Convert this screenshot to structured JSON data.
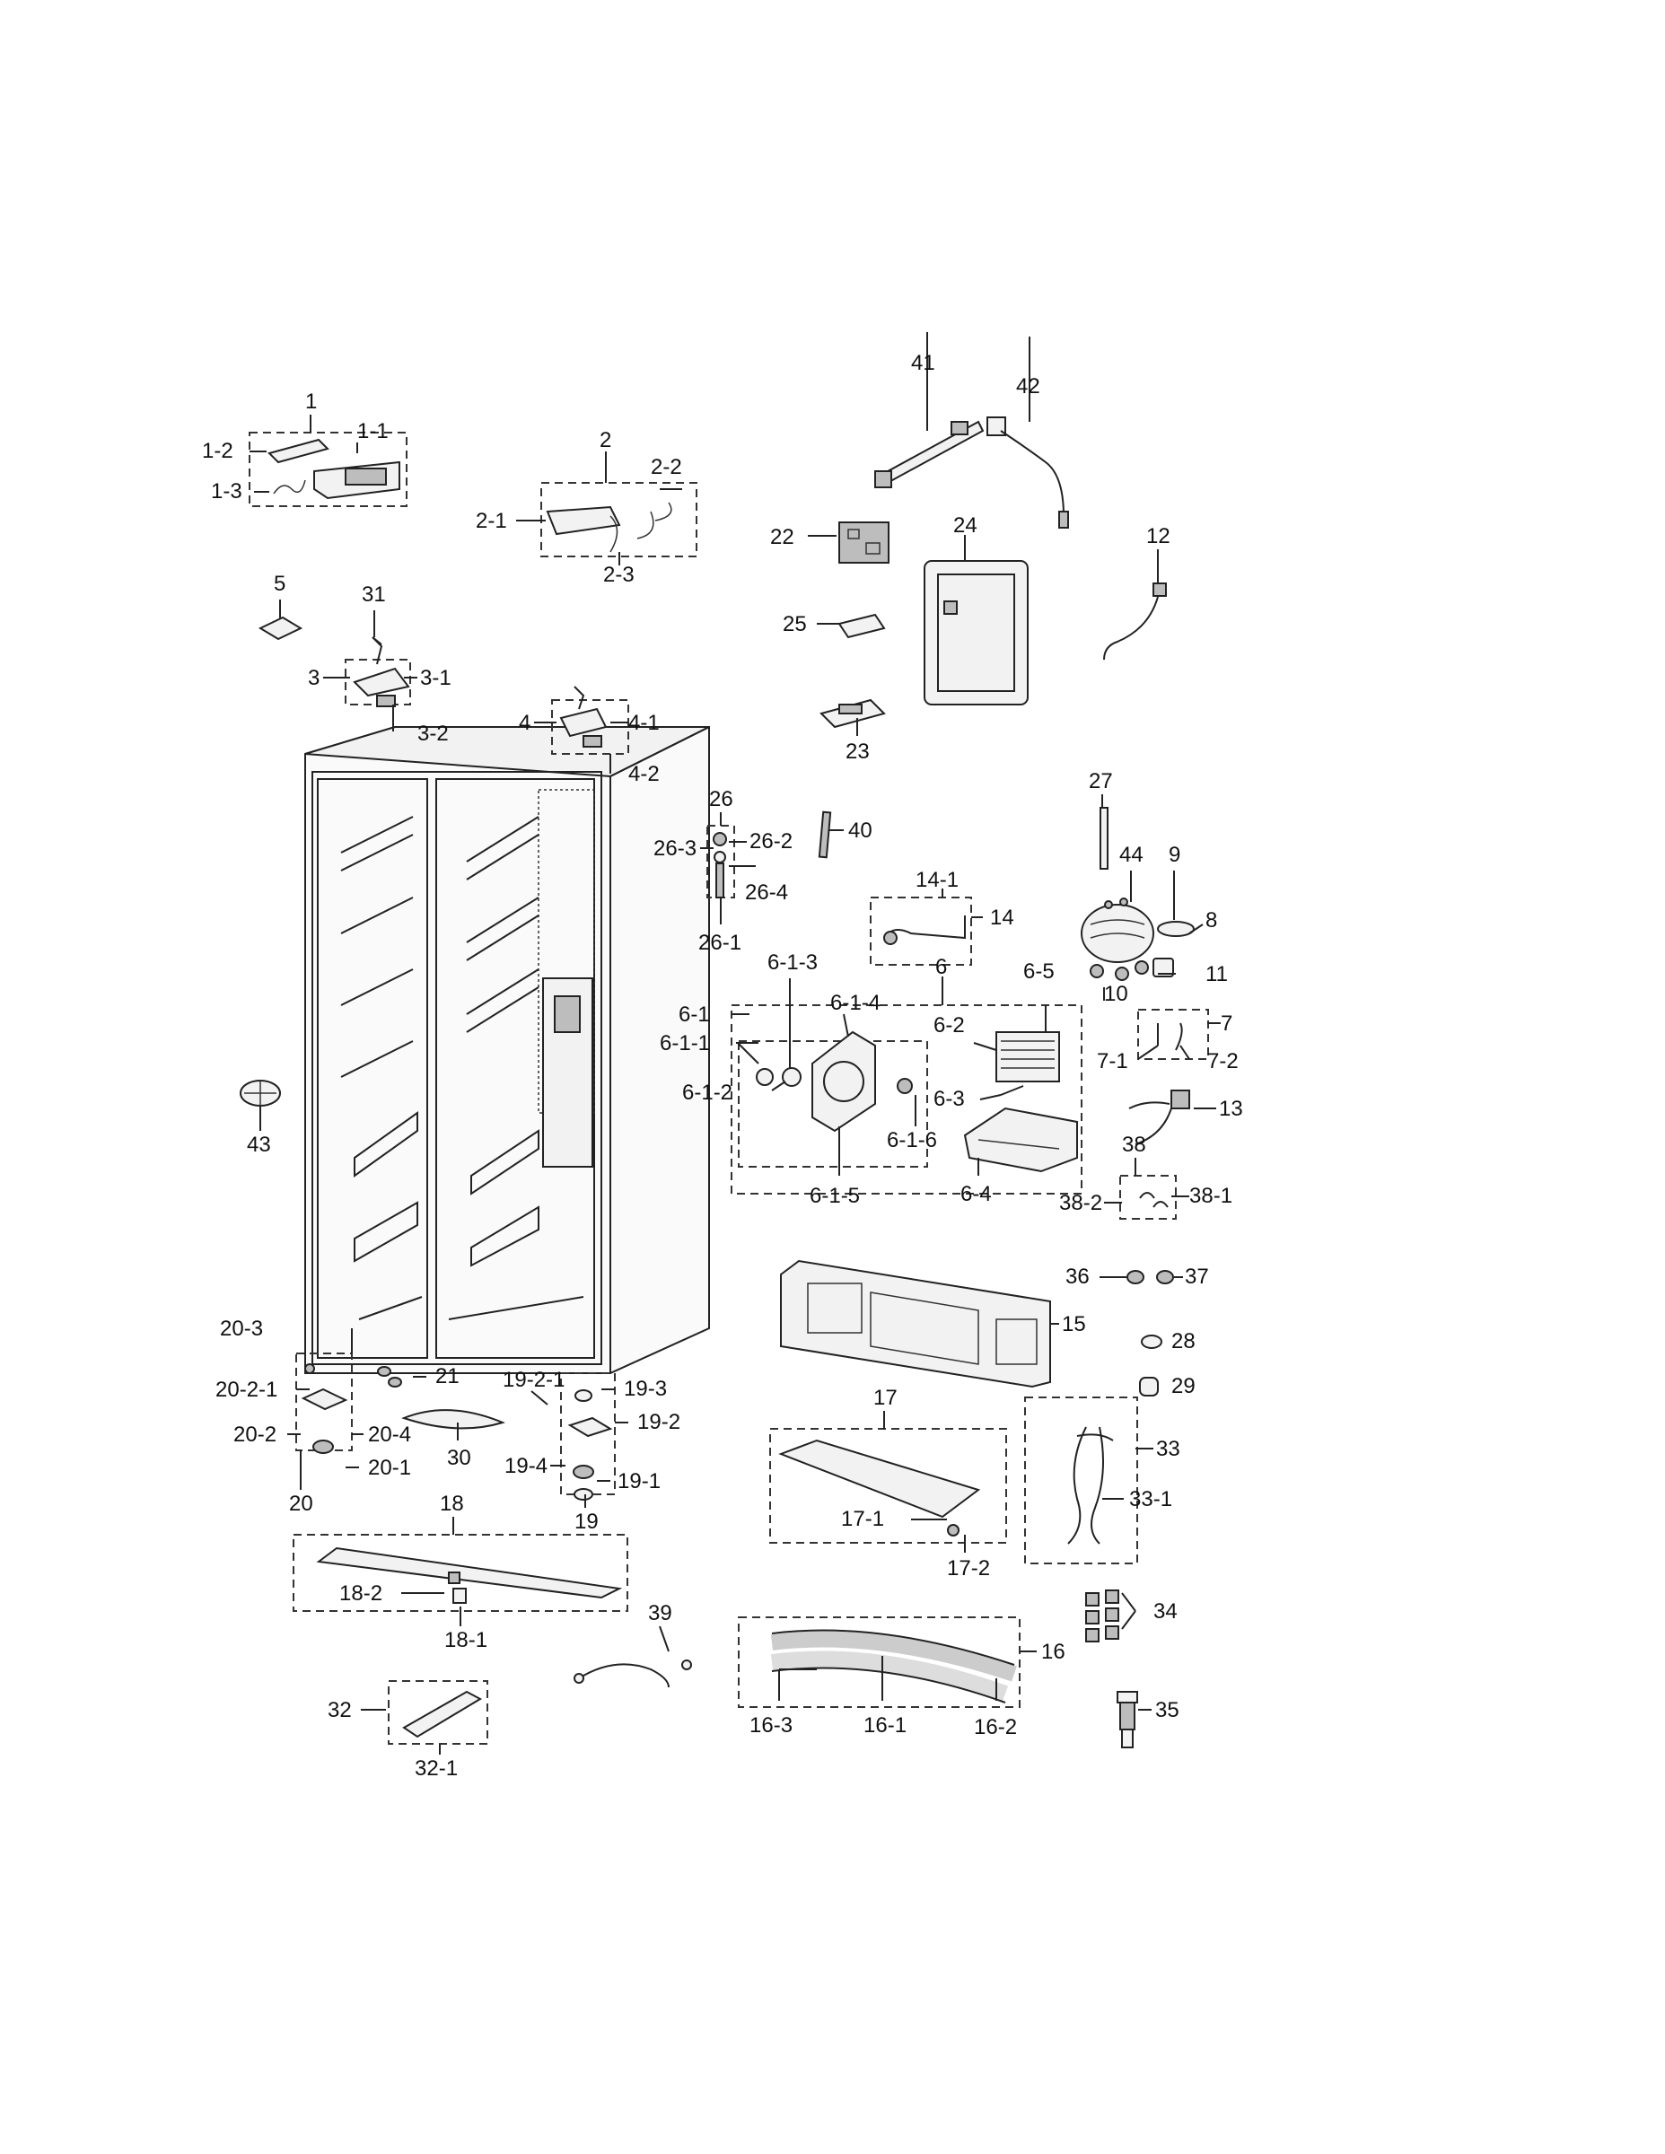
{
  "labels": {
    "l1": "1",
    "l1_1": "1-1",
    "l1_2": "1-2",
    "l1_3": "1-3",
    "l2": "2",
    "l2_1": "2-1",
    "l2_2": "2-2",
    "l2_3": "2-3",
    "l3": "3",
    "l3_1": "3-1",
    "l3_2": "3-2",
    "l4": "4",
    "l4_1": "4-1",
    "l4_2": "4-2",
    "l5": "5",
    "l6": "6",
    "l6_1": "6-1",
    "l6_1_1": "6-1-1",
    "l6_1_2": "6-1-2",
    "l6_1_3": "6-1-3",
    "l6_1_4": "6-1-4",
    "l6_1_5": "6-1-5",
    "l6_1_6": "6-1-6",
    "l6_2": "6-2",
    "l6_3": "6-3",
    "l6_4": "6-4",
    "l6_5": "6-5",
    "l7": "7",
    "l7_1": "7-1",
    "l7_2": "7-2",
    "l8": "8",
    "l9": "9",
    "l10": "10",
    "l11": "11",
    "l12": "12",
    "l13": "13",
    "l14": "14",
    "l14_1": "14-1",
    "l15": "15",
    "l16": "16",
    "l16_1": "16-1",
    "l16_2": "16-2",
    "l16_3": "16-3",
    "l17": "17",
    "l17_1": "17-1",
    "l17_2": "17-2",
    "l18": "18",
    "l18_1": "18-1",
    "l18_2": "18-2",
    "l19": "19",
    "l19_1": "19-1",
    "l19_2": "19-2",
    "l19_2_1": "19-2-1",
    "l19_3": "19-3",
    "l19_4": "19-4",
    "l20": "20",
    "l20_1": "20-1",
    "l20_2": "20-2",
    "l20_2_1": "20-2-1",
    "l20_3": "20-3",
    "l20_4": "20-4",
    "l21": "21",
    "l22": "22",
    "l23": "23",
    "l24": "24",
    "l25": "25",
    "l26": "26",
    "l26_1": "26-1",
    "l26_2": "26-2",
    "l26_3": "26-3",
    "l26_4": "26-4",
    "l27": "27",
    "l28": "28",
    "l29": "29",
    "l30": "30",
    "l31": "31",
    "l32": "32",
    "l32_1": "32-1",
    "l33": "33",
    "l33_1": "33-1",
    "l34": "34",
    "l35": "35",
    "l36": "36",
    "l37": "37",
    "l38": "38",
    "l38_1": "38-1",
    "l38_2": "38-2",
    "l39": "39",
    "l40": "40",
    "l41": "41",
    "l42": "42",
    "l43": "43",
    "l44": "44"
  }
}
